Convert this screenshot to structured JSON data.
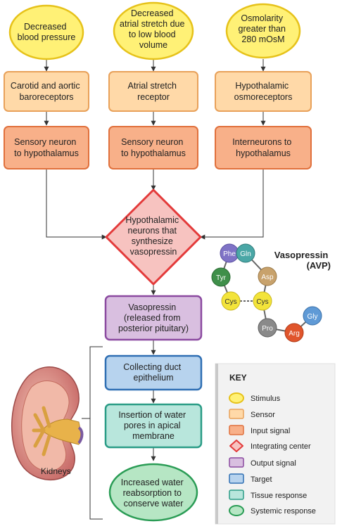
{
  "stimuli": [
    {
      "lines": [
        "Decreased",
        "blood pressure"
      ]
    },
    {
      "lines": [
        "Decreased",
        "atrial stretch due",
        "to low blood",
        "volume"
      ]
    },
    {
      "lines": [
        "Osmolarity",
        "greater than",
        "280 mOsM"
      ]
    }
  ],
  "sensors": [
    {
      "lines": [
        "Carotid and aortic",
        "baroreceptors"
      ]
    },
    {
      "lines": [
        "Atrial stretch",
        "receptor"
      ]
    },
    {
      "lines": [
        "Hypothalamic",
        "osmoreceptors"
      ]
    }
  ],
  "input_signals": [
    {
      "lines": [
        "Sensory neuron",
        "to hypothalamus"
      ]
    },
    {
      "lines": [
        "Sensory neuron",
        "to hypothalamus"
      ]
    },
    {
      "lines": [
        "Interneurons to",
        "hypothalamus"
      ]
    }
  ],
  "integrating_center": {
    "lines": [
      "Hypothalamic",
      "neurons that",
      "synthesize",
      "vasopressin"
    ]
  },
  "output_signal": {
    "lines": [
      "Vasopressin",
      "(released from",
      "posterior pituitary)"
    ]
  },
  "target": {
    "lines": [
      "Collecting duct",
      "epithelium"
    ]
  },
  "tissue_response": {
    "lines": [
      "Insertion of water",
      "pores in apical",
      "membrane"
    ]
  },
  "systemic_response": {
    "lines": [
      "Increased water",
      "reabsorption to",
      "conserve water"
    ]
  },
  "kidney_label": "Kidneys",
  "avp": {
    "title_lines": [
      "Vasopressin",
      "(AVP)"
    ],
    "residues": [
      "Phe",
      "Gln",
      "Asp",
      "Cys",
      "Cys",
      "Tyr",
      "Pro",
      "Arg",
      "Gly"
    ]
  },
  "key": {
    "title": "KEY",
    "items": [
      {
        "label": "Stimulus",
        "shape": "ellipse",
        "fill": "#fff176",
        "stroke": "#e6c21a"
      },
      {
        "label": "Sensor",
        "shape": "rect",
        "fill": "#ffd9a8",
        "stroke": "#e8a15a"
      },
      {
        "label": "Input signal",
        "shape": "rect",
        "fill": "#f8b089",
        "stroke": "#e0703c"
      },
      {
        "label": "Integrating center",
        "shape": "diamond",
        "fill": "#f7c3c0",
        "stroke": "#e33a3a"
      },
      {
        "label": "Output signal",
        "shape": "rect",
        "fill": "#d9bfe0",
        "stroke": "#8b4aa0"
      },
      {
        "label": "Target",
        "shape": "rect",
        "fill": "#b7d3ee",
        "stroke": "#2f6fb3"
      },
      {
        "label": "Tissue response",
        "shape": "rect",
        "fill": "#b8e6dc",
        "stroke": "#2a9c86"
      },
      {
        "label": "Systemic response",
        "shape": "ellipse",
        "fill": "#b6e6c4",
        "stroke": "#2a9c55"
      }
    ]
  },
  "colors": {
    "stimulus_fill": "#fff176",
    "stimulus_stroke": "#e6c21a",
    "sensor_fill": "#ffd9a8",
    "sensor_stroke": "#e8a15a",
    "input_fill": "#f8b089",
    "input_stroke": "#e0703c",
    "integrating_fill": "#f7c3c0",
    "integrating_stroke": "#e33a3a",
    "output_fill": "#d9bfe0",
    "output_stroke": "#8b4aa0",
    "target_fill": "#b7d3ee",
    "target_stroke": "#2f6fb3",
    "tissue_fill": "#b8e6dc",
    "tissue_stroke": "#2a9c86",
    "systemic_fill": "#b6e6c4",
    "systemic_stroke": "#2a9c55"
  }
}
